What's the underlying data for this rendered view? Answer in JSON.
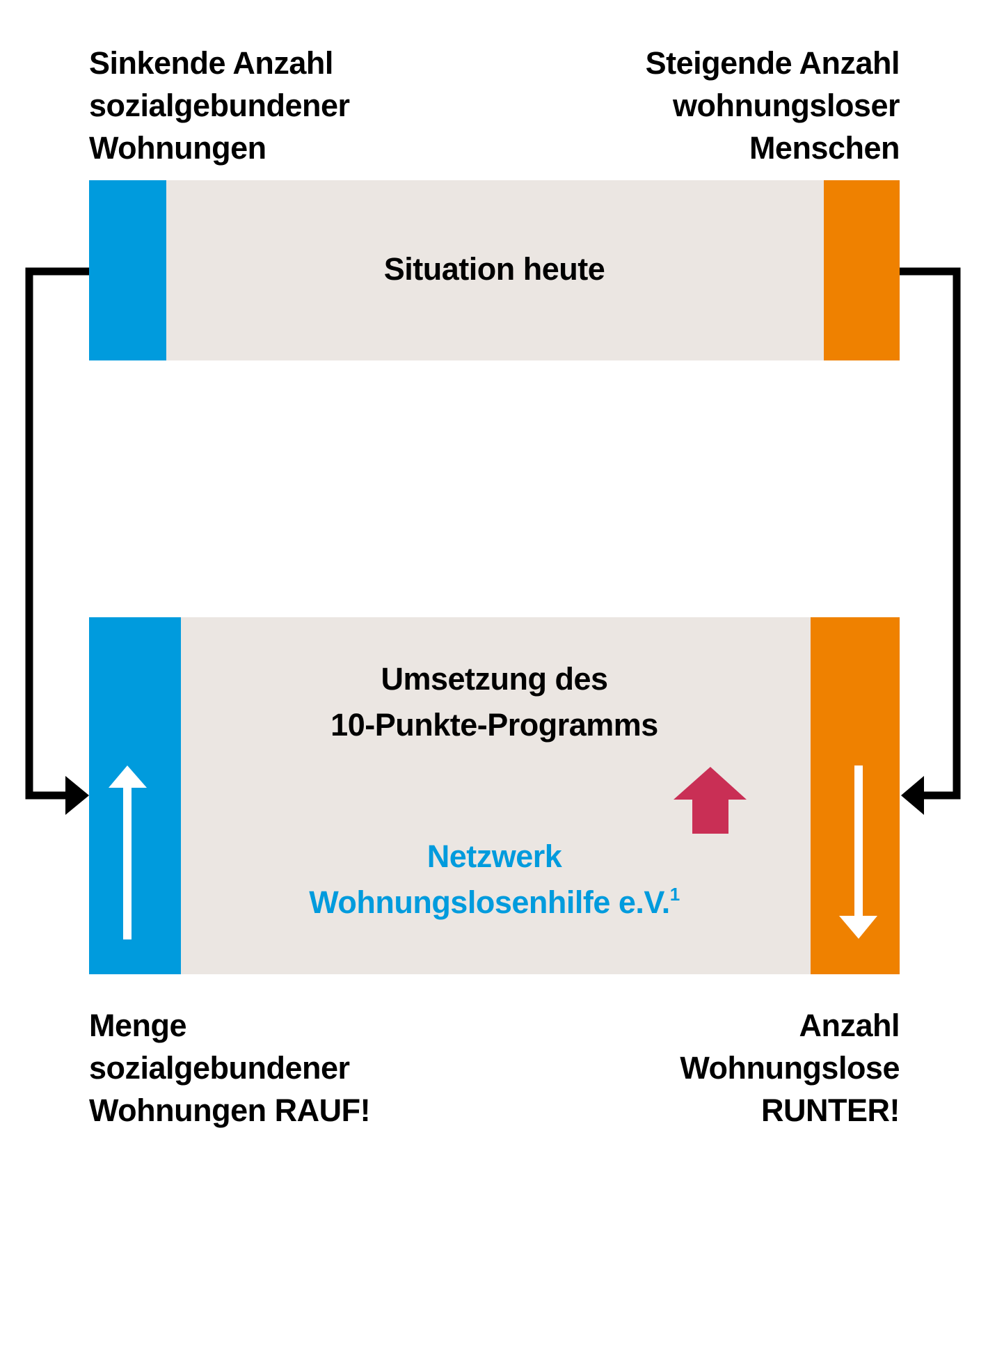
{
  "colors": {
    "blue": "#009bdd",
    "orange": "#ef8100",
    "panel": "#ebe6e2",
    "accent_red": "#c92f55",
    "text": "#000000",
    "connector": "#000000",
    "network_text": "#009bdd"
  },
  "top": {
    "left_label": [
      "Sinkende Anzahl",
      "sozialgebundener",
      "Wohnungen"
    ],
    "right_label": [
      "Steigende Anzahl",
      "wohnungsloser",
      "Menschen"
    ],
    "box_title": "Situation heute"
  },
  "bottom": {
    "box_title": [
      "Umsetzung des",
      "10-Punkte-Programms"
    ],
    "network": {
      "line1": "Netzwerk",
      "line2": "Wohnungslosenhilfe e.V.",
      "footnote": "1"
    },
    "left_label": [
      "Menge",
      "sozialgebundener",
      "Wohnungen RAUF!"
    ],
    "right_label": [
      "Anzahl",
      "Wohnungslose",
      "RUNTER!"
    ]
  },
  "icons": {
    "left_bar_arrow": "arrow-up",
    "right_bar_arrow": "arrow-down",
    "network_arrow": "arrow-up-bold",
    "left_connector": "elbow-arrow-right",
    "right_connector": "elbow-arrow-left"
  }
}
